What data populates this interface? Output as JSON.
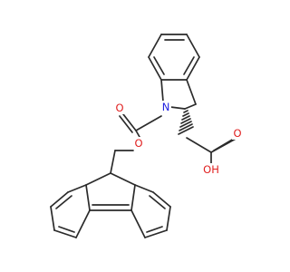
{
  "molecule": {
    "atoms": {
      "n1": {
        "symbol": "N",
        "color": "#2020e0"
      },
      "o_carbonyl": {
        "symbol": "O",
        "color": "#e02020"
      },
      "o_ester": {
        "symbol": "O",
        "color": "#e02020"
      },
      "o_acid_carbonyl": {
        "symbol": "O",
        "color": "#e02020"
      },
      "oh_acid": {
        "symbol": "OH",
        "color": "#e02020"
      }
    },
    "bond_color": "#2b2b2b",
    "background": "#ffffff"
  }
}
